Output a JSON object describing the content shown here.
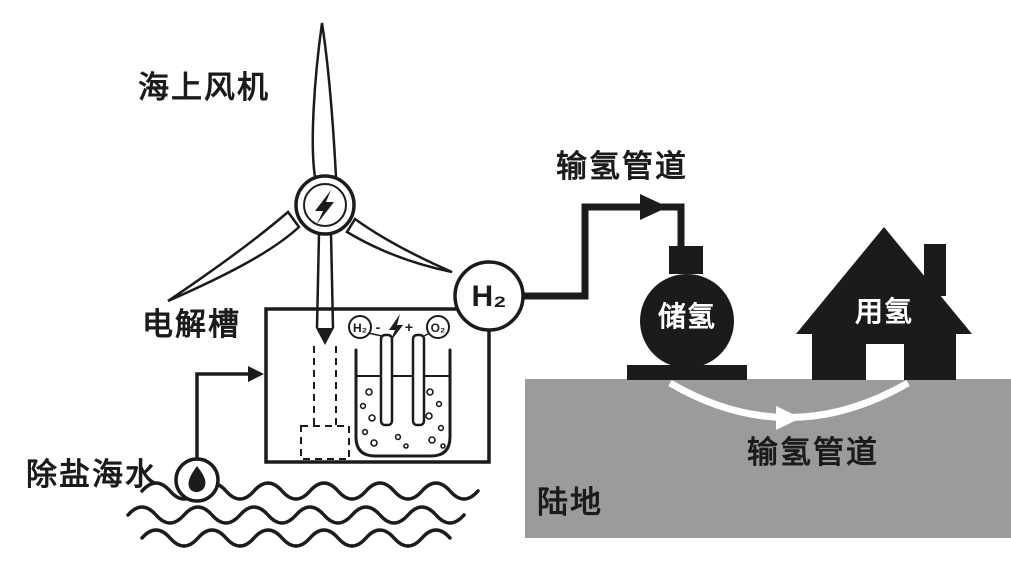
{
  "labels": {
    "offshore_wind_turbine": "海上风机",
    "electrolyzer": "电解槽",
    "desalinated_seawater": "除盐海水",
    "hydrogen_main": "H₂",
    "pipeline_top": "输氢管道",
    "hydrogen_storage": "储氢",
    "hydrogen_use": "用氢",
    "pipeline_land": "输氢管道",
    "land": "陆地",
    "cell_hydrogen": "H₂",
    "cell_oxygen": "O₂",
    "cell_minus": "-",
    "cell_plus": "+"
  },
  "colors": {
    "ink": "#1b1b1b",
    "land_gray": "#9b9b9b",
    "background": "#ffffff",
    "label_on_dark": "#ffffff"
  }
}
